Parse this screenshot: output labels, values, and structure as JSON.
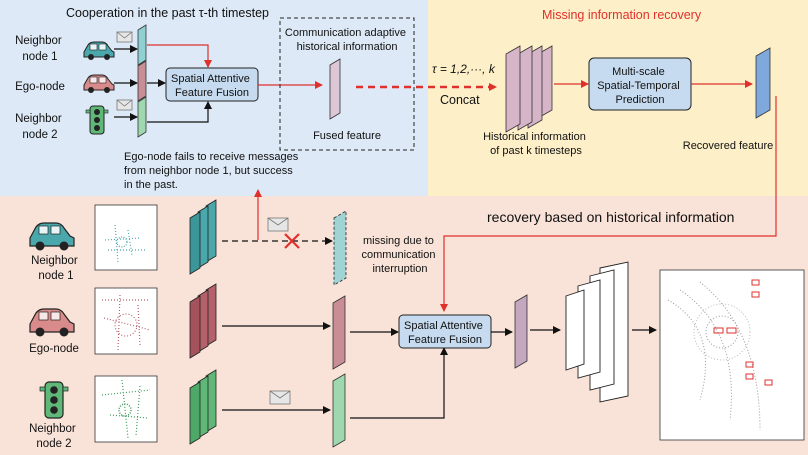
{
  "top_left": {
    "title": "Cooperation  in the past τ-th timestep",
    "neighbor1": [
      "Neighbor",
      "node 1"
    ],
    "ego": "Ego-node",
    "neighbor2": [
      "Neighbor",
      "node 2"
    ],
    "fusion": [
      "Spatial Attentive",
      "Feature Fusion"
    ],
    "comm_box": [
      "Communication adaptive",
      "historical information"
    ],
    "fused_feature": "Fused feature",
    "note": [
      "Ego-node fails to receive messages",
      "from neighbor node 1, but success",
      "in the past."
    ]
  },
  "top_right": {
    "title": "Missing information recovery",
    "tau": "τ = 1,2,···, k",
    "concat": "Concat",
    "historical": [
      "Historical information",
      "of past k timesteps"
    ],
    "prediction": [
      "Multi-scale",
      "Spatial-Temporal",
      "Prediction"
    ],
    "recovered": "Recovered feature"
  },
  "bottom": {
    "recovery_title": "recovery based on historical information",
    "neighbor1": [
      "Neighbor",
      "node 1"
    ],
    "ego": "Ego-node",
    "neighbor2": [
      "Neighbor",
      "node 2"
    ],
    "missing": [
      "missing due to",
      "communication",
      "interruption"
    ],
    "fusion": [
      "Spatial Attentive",
      "Feature Fusion"
    ]
  },
  "colors": {
    "top_left_bg": "#dde9f6",
    "top_right_bg": "#fdf0c9",
    "bottom_bg": "#f9e3d8",
    "red_title": "#e0302c",
    "fusion_box": "#c7dbf0",
    "teal": "#4aa7ab",
    "ego_red": "#b5606a",
    "green": "#5fb878"
  }
}
